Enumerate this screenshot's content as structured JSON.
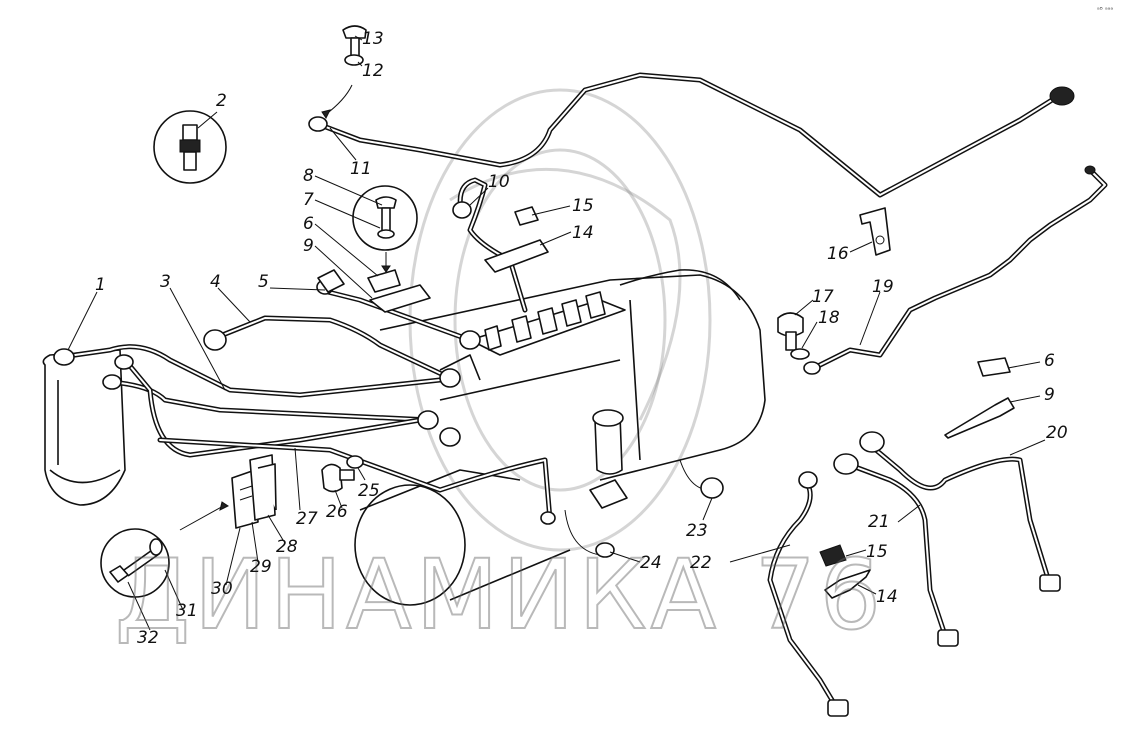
{
  "watermark": {
    "text": "ДИНАМИКА 76"
  },
  "corner_mark": "ᵃᴮ ᵃᵃᵃ",
  "callouts": [
    "1",
    "2",
    "3",
    "4",
    "5",
    "6",
    "7",
    "8",
    "9",
    "10",
    "11",
    "12",
    "13",
    "14",
    "15",
    "16",
    "17",
    "18",
    "19",
    "20",
    "21",
    "22",
    "23",
    "24",
    "25",
    "26",
    "27",
    "28",
    "29",
    "30",
    "31",
    "32",
    "6",
    "9",
    "15",
    "14"
  ]
}
